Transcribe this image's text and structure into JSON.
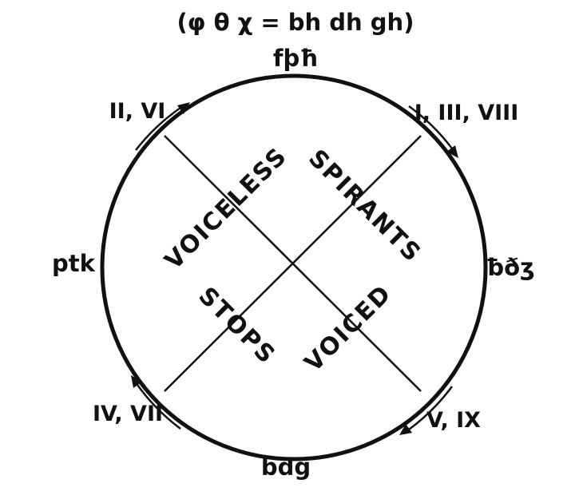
{
  "header": {
    "formula": "(φ θ χ = bh dh gh)"
  },
  "nodes": {
    "top": "fþħ",
    "right": "ƀðʒ",
    "bottom": "bdg",
    "left": "ptk"
  },
  "arcs": {
    "top_left": "II, VI",
    "top_right": "I, III, VIII",
    "bottom_right": "V, IX",
    "bottom_left": "IV, VII"
  },
  "quadrants": {
    "upper_left": "VOICELESS",
    "upper_right": "SPIRANTS",
    "lower_left": "STOPS",
    "lower_right": "VOICED"
  },
  "colors": {
    "ink": "#111111",
    "background": "#ffffff"
  }
}
